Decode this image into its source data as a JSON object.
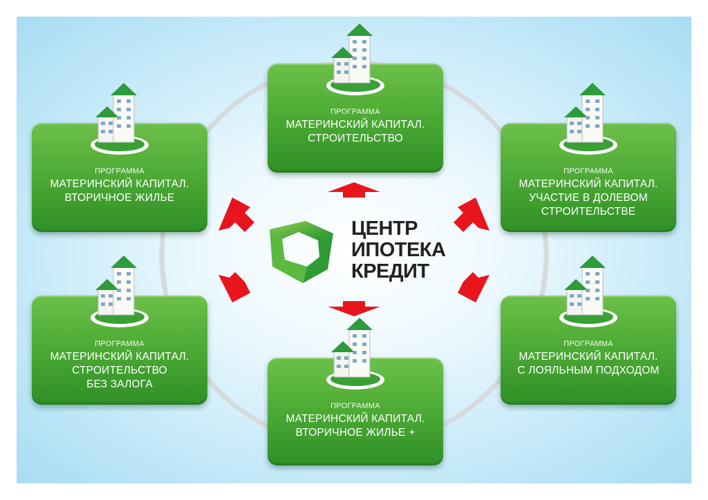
{
  "center": {
    "logo_icon": "green-triangle-swirl-icon",
    "name_lines": [
      "ЦЕНТР",
      "ИПОТЕКА",
      "КРЕДИТ"
    ]
  },
  "cards": [
    {
      "id": "top",
      "kicker": "ПРОГРАММА",
      "lines": [
        "МАТЕРИНСКИЙ КАПИТАЛ.",
        "СТРОИТЕЛЬСТВО"
      ]
    },
    {
      "id": "top-left",
      "kicker": "ПРОГРАММА",
      "lines": [
        "МАТЕРИНСКИЙ КАПИТАЛ.",
        "ВТОРИЧНОЕ ЖИЛЬЕ"
      ]
    },
    {
      "id": "top-right",
      "kicker": "ПРОГРАММА",
      "lines": [
        "МАТЕРИНСКИЙ КАПИТАЛ.",
        "УЧАСТИЕ В ДОЛЕВОМ",
        "СТРОИТЕЛЬСТВЕ"
      ]
    },
    {
      "id": "bottom-left",
      "kicker": "ПРОГРАММА",
      "lines": [
        "МАТЕРИНСКИЙ КАПИТАЛ.",
        "СТРОИТЕЛЬСТВО",
        "БЕЗ ЗАЛОГА"
      ]
    },
    {
      "id": "bottom-right",
      "kicker": "ПРОГРАММА",
      "lines": [
        "МАТЕРИНСКИЙ КАПИТАЛ.",
        "С ЛОЯЛЬНЫМ ПОДХОДОМ"
      ]
    },
    {
      "id": "bottom",
      "kicker": "ПРОГРАММА",
      "lines": [
        "МАТЕРИНСКИЙ КАПИТАЛ.",
        "ВТОРИЧНОЕ ЖИЛЬЕ +"
      ]
    }
  ],
  "colors": {
    "card_green": "#4fac36",
    "arrow_red": "#e8161c",
    "ring_gray": "#d5dadd",
    "background_blue": "#bfe7f8"
  }
}
